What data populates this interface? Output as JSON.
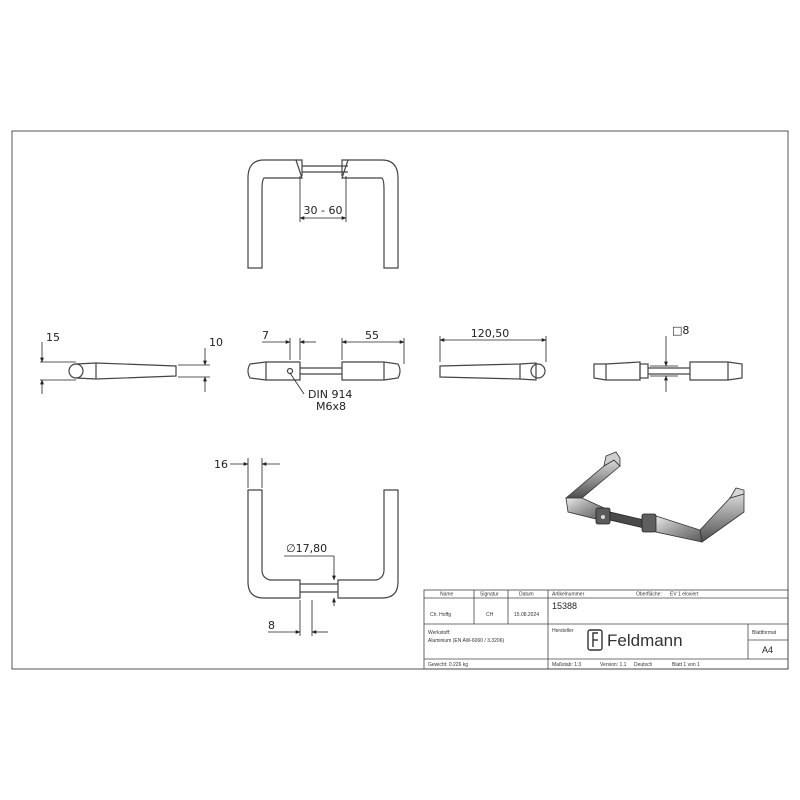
{
  "drawing": {
    "dims": {
      "spacing": "30 - 60",
      "d15": "15",
      "d10": "10",
      "d7": "7",
      "d55": "55",
      "length": "120,50",
      "square": "□8",
      "screw_1": "DIN 914",
      "screw_2": "M6x8",
      "d16": "16",
      "diameter": "∅17,80",
      "d8": "8"
    }
  },
  "title_block": {
    "h_name": "Name",
    "h_signatur": "Signatur",
    "h_datum": "Datum",
    "h_artikel": "Artikelnummer",
    "h_oberflaeche": "Oberfläche:",
    "oberflaeche_value": "EV 1 eloxiert",
    "name_value": "Ch. Hoffg",
    "signatur_value": "CH",
    "datum_value": "15.08.2024",
    "artikel_value": "15388",
    "werkstoff_label": "Werkstoff:",
    "werkstoff_value": "Aluminium (EN AW-6060 / 3.3206)",
    "hersteller_label": "Hersteller",
    "brand": "Feldmann",
    "blattformat_label": "Blattformat",
    "blattformat_value": "A4",
    "gewicht": "Gewicht: 0.226 kg",
    "massstab": "Maßstab: 1:3",
    "version": "Version: 1.1",
    "sprache": "Deutsch",
    "blatt": "Blatt 1 von 1"
  }
}
